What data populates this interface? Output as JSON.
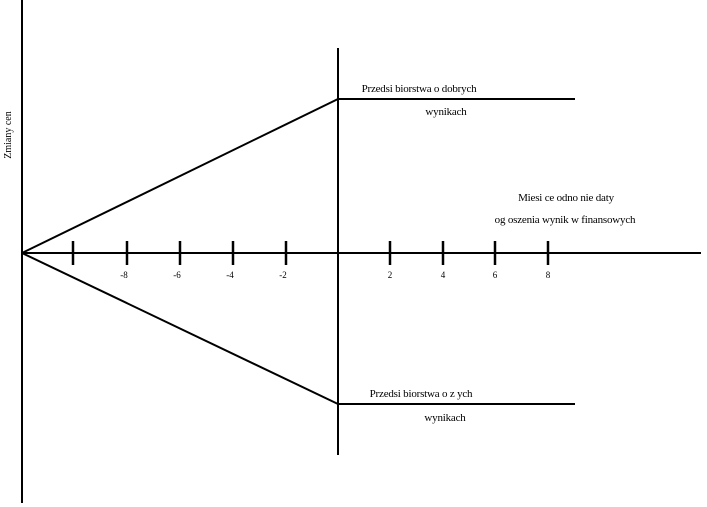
{
  "figure": {
    "y_axis_label": "Zmiany cen",
    "x_axis_label_line1": "Miesi ce odno nie daty",
    "x_axis_label_line2": "og oszenia wynik w finansowych",
    "good_firms_label_line1": "Przedsi biorstwa o dobrych",
    "good_firms_label_line2": "wynikach",
    "bad_firms_label_line1": "Przedsi biorstwa o z ych",
    "bad_firms_label_line2": "wynikach",
    "tick_labels": [
      "-8",
      "-6",
      "-4",
      "-2",
      "2",
      "4",
      "6",
      "8"
    ]
  },
  "chart_data": {
    "type": "line",
    "title": "",
    "ylabel": "Zmiany cen",
    "xlabel": "Miesi ce odno nie daty og oszenia wynik w finansowych",
    "x_range": [
      -12,
      14
    ],
    "x_tick_labels": [
      -8,
      -6,
      -4,
      -2,
      2,
      4,
      6,
      8
    ],
    "unlabeled_tick_x": -10,
    "event_line_x": 0,
    "grid": false,
    "legend_position": "inline-annotations",
    "series": [
      {
        "name": "Przedsi biorstwa o dobrych wynikach",
        "x": [
          -12,
          0,
          9
        ],
        "y": [
          0,
          1,
          1
        ]
      },
      {
        "name": "Przedsi biorstwa o z ych wynikach",
        "x": [
          -12,
          0,
          9
        ],
        "y": [
          0,
          -1,
          -1
        ]
      }
    ]
  }
}
